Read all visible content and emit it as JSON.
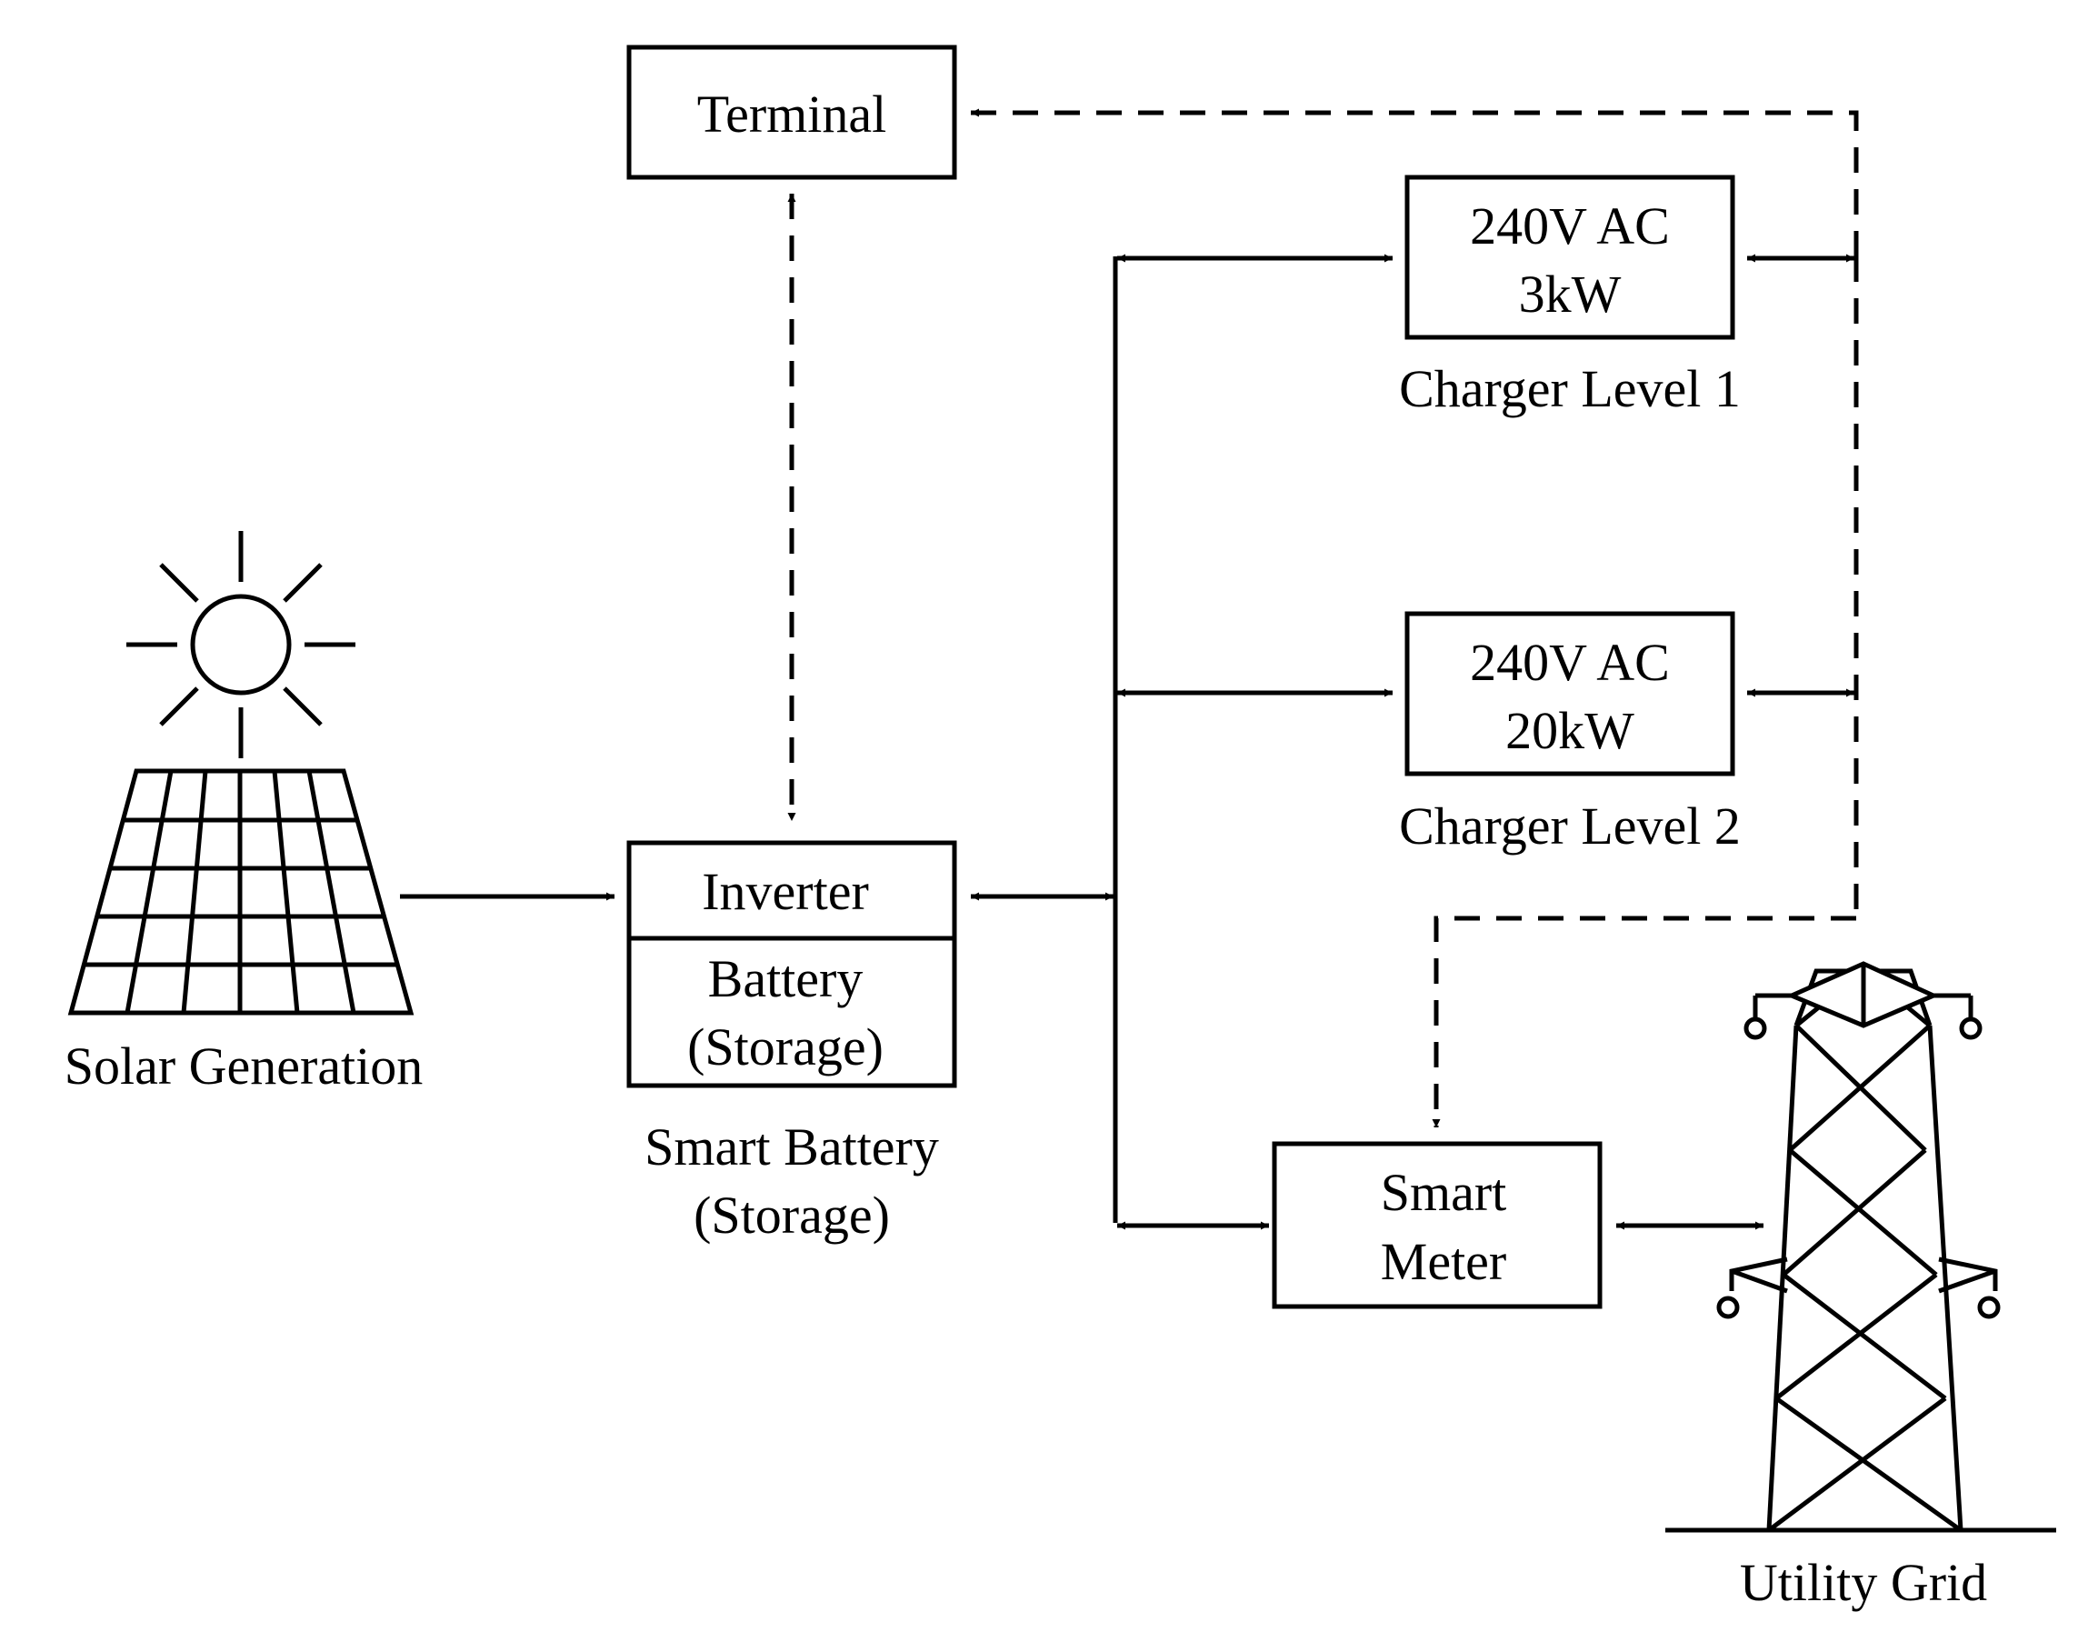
{
  "nodes": {
    "terminal": {
      "label": "Terminal"
    },
    "charger1": {
      "line1": "240V AC",
      "line2": "3kW",
      "caption": "Charger Level 1"
    },
    "charger2": {
      "line1": "240V AC",
      "line2": "20kW",
      "caption": "Charger Level 2"
    },
    "inverter": {
      "label": "Inverter"
    },
    "battery": {
      "line1": "Battery",
      "line2": "(Storage)"
    },
    "smart_battery": {
      "line1": "Smart Battery",
      "line2": "(Storage)"
    },
    "solar": {
      "caption": "Solar Generation"
    },
    "meter": {
      "line1": "Smart",
      "line2": "Meter"
    },
    "grid": {
      "caption": "Utility Grid"
    }
  },
  "edges": [
    {
      "from": "solar",
      "to": "inverter",
      "style": "solid",
      "direction": "one-way"
    },
    {
      "from": "inverter",
      "to": "ac-bus",
      "style": "solid",
      "direction": "two-way"
    },
    {
      "from": "ac-bus",
      "to": "charger1",
      "style": "solid",
      "direction": "two-way"
    },
    {
      "from": "ac-bus",
      "to": "charger2",
      "style": "solid",
      "direction": "two-way"
    },
    {
      "from": "ac-bus",
      "to": "meter",
      "style": "solid",
      "direction": "two-way"
    },
    {
      "from": "meter",
      "to": "grid",
      "style": "solid",
      "direction": "two-way"
    },
    {
      "from": "terminal",
      "to": "inverter",
      "style": "dashed",
      "direction": "two-way"
    },
    {
      "from": "comm-bus",
      "to": "terminal",
      "style": "dashed",
      "direction": "one-way"
    },
    {
      "from": "comm-bus",
      "to": "charger1",
      "style": "solid",
      "direction": "two-way"
    },
    {
      "from": "comm-bus",
      "to": "charger2",
      "style": "solid",
      "direction": "two-way"
    },
    {
      "from": "comm-bus",
      "to": "meter",
      "style": "dashed",
      "direction": "one-way"
    }
  ]
}
